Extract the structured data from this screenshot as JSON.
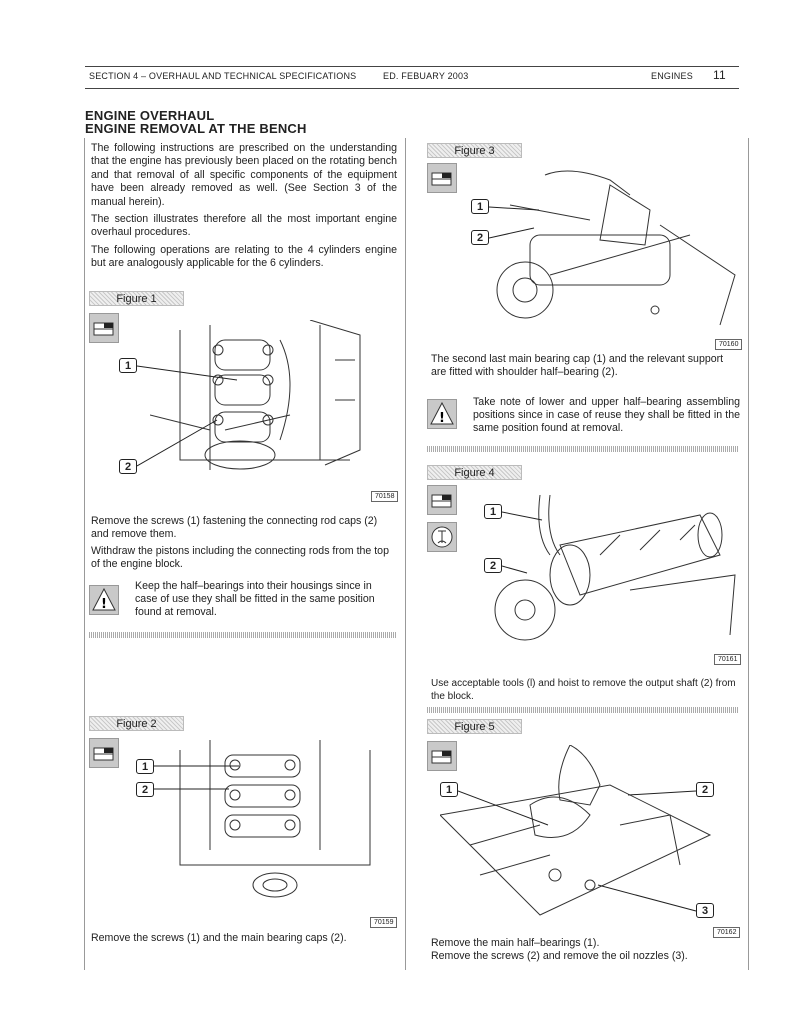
{
  "header": {
    "section": "SECTION 4 – OVERHAUL AND TECHNICAL SPECIFICATIONS",
    "edition": "ED. FEBUARY 2003",
    "category": "ENGINES",
    "page_number": "11"
  },
  "title": {
    "line1": "ENGINE OVERHAUL",
    "line2": "ENGINE REMOVAL AT THE BENCH"
  },
  "intro": {
    "p1": "The following instructions are prescribed on the understanding that the engine has previously been placed on the rotating bench and that removal of all specific components of the equipment have been already removed as well. (See Section 3 of the manual herein).",
    "p2": "The section illustrates therefore all the most important engine overhaul procedures.",
    "p3": "The following operations are relating to the 4 cylinders engine but are analogously applicable for the 6 cylinders."
  },
  "figure1": {
    "label": "Figure 1",
    "callout1": "1",
    "callout2": "2",
    "number": "70158",
    "caption1": "Remove the screws (1) fastening the connecting rod caps (2) and remove them.",
    "caption2": "Withdraw the pistons including the connecting rods from the top of the engine block.",
    "warning": "Keep the half–bearings into their housings since in case of use they shall be fitted in the same position found at removal."
  },
  "figure2": {
    "label": "Figure 2",
    "callout1": "1",
    "callout2": "2",
    "number": "70159",
    "caption": "Remove the screws (1) and the main bearing caps (2)."
  },
  "figure3": {
    "label": "Figure 3",
    "callout1": "1",
    "callout2": "2",
    "number": "70160",
    "caption": "The second last main bearing cap (1) and the relevant support are fitted with shoulder half–bearing (2).",
    "warning": "Take note of lower and upper half–bearing assembling positions since in case of reuse they shall be fitted in the same position found at removal."
  },
  "figure4": {
    "label": "Figure 4",
    "callout1": "1",
    "callout2": "2",
    "number": "70161",
    "caption": "Use acceptable tools (l) and hoist to remove the output shaft (2) from the block."
  },
  "figure5": {
    "label": "Figure 5",
    "callout1": "1",
    "callout2": "2",
    "callout3": "3",
    "number": "70162",
    "caption1": "Remove the main half–bearings (1).",
    "caption2": "Remove the screws (2) and remove the oil nozzles (3)."
  },
  "icons": [
    "procedure-icon",
    "warning-icon",
    "hoist-tool-icon"
  ]
}
